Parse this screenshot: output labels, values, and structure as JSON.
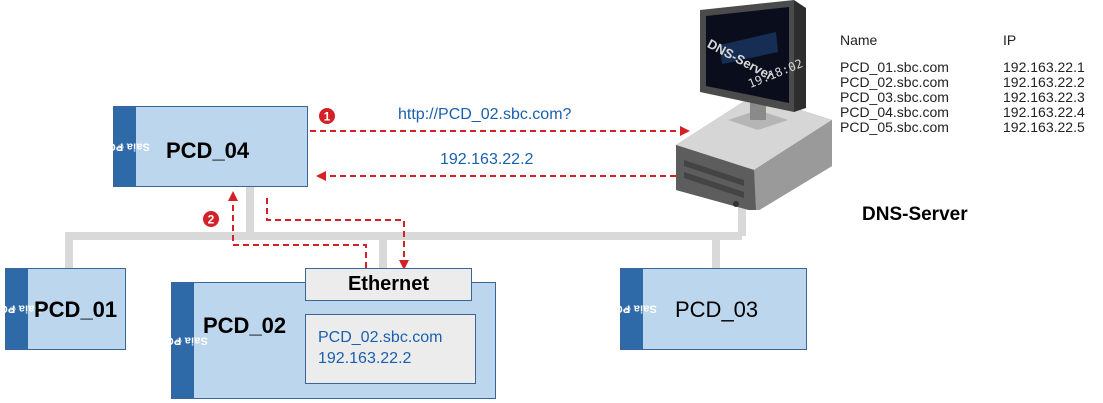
{
  "colors": {
    "device_fill": "#bcd6ee",
    "device_border": "#3c6496",
    "brand_strip": "#2f6aa8",
    "arrow": "#d42027",
    "bus": "#d9d9d9",
    "link_text": "#1a5fae"
  },
  "brand": {
    "text": "Saia PCD",
    "reg": "®"
  },
  "devices": {
    "pcd04": "PCD_04",
    "pcd01": "PCD_01",
    "pcd02": "PCD_02",
    "pcd03": "PCD_03"
  },
  "pcd02_info": {
    "ethernet_label": "Ethernet",
    "hostname": "PCD_02.sbc.com",
    "ip": "192.163.22.2"
  },
  "steps": {
    "step1": {
      "marker": "❶",
      "text": "http://PCD_02.sbc.com?"
    },
    "response": {
      "text": "192.163.22.2"
    },
    "step2": {
      "marker": "❷"
    }
  },
  "dns_server": {
    "label": "DNS-Server",
    "monitor_title": "DNS-Server",
    "monitor_clock": "19:18:02",
    "icon": "server-computer-icon"
  },
  "dns_table": {
    "headers": [
      "Name",
      "IP"
    ],
    "rows": [
      [
        "PCD_01.sbc.com",
        "192.163.22.1"
      ],
      [
        "PCD_02.sbc.com",
        "192.163.22.2"
      ],
      [
        "PCD_03.sbc.com",
        "192.163.22.3"
      ],
      [
        "PCD_04.sbc.com",
        "192.163.22.4"
      ],
      [
        "PCD_05.sbc.com",
        "192.163.22.5"
      ]
    ]
  }
}
